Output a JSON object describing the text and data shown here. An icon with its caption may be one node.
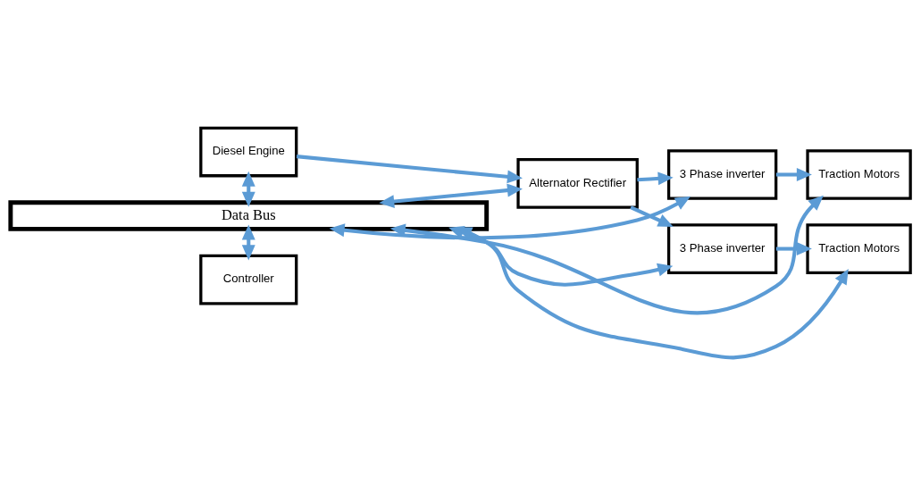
{
  "diagram": {
    "nodes": [
      {
        "text": [
          "Diesel Engine"
        ]
      },
      {
        "text": [
          "Alternator Rectifier"
        ]
      },
      {
        "text": [
          "3 Phase inverter"
        ]
      },
      {
        "text": [
          "Traction Motors"
        ]
      },
      {
        "text": [
          "Controller"
        ]
      },
      {
        "text": [
          "3 Phase inverter"
        ]
      },
      {
        "text": [
          "Traction Motors"
        ]
      },
      {
        "text": [
          "Data Bus"
        ]
      }
    ],
    "edges": [
      {
        "from": 0,
        "to": 1,
        "arrow": "to"
      },
      {
        "from": 1,
        "to": 2,
        "arrow": "to"
      },
      {
        "from": 1,
        "to": 5,
        "arrow": "to"
      },
      {
        "from": 2,
        "to": 3,
        "arrow": "to"
      },
      {
        "from": 5,
        "to": 6,
        "arrow": "to"
      },
      {
        "from": 0,
        "to": 7,
        "arrow": "both"
      },
      {
        "from": 1,
        "to": 7,
        "arrow": "both"
      },
      {
        "from": 2,
        "to": 7,
        "arrow": "both"
      },
      {
        "from": 3,
        "to": 7,
        "arrow": "both"
      },
      {
        "from": 4,
        "to": 7,
        "arrow": "both"
      },
      {
        "from": 5,
        "to": 7,
        "arrow": "both"
      },
      {
        "from": 6,
        "to": 7,
        "arrow": "both"
      }
    ]
  }
}
